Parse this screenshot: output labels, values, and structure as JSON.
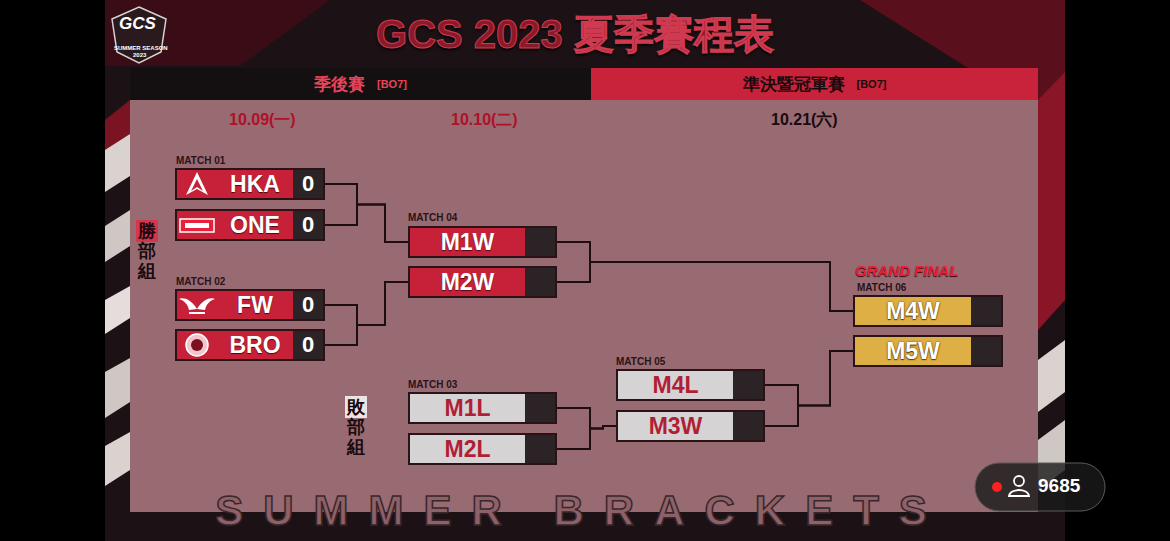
{
  "diagram": {
    "title": "GCS 2023 夏季賽程表",
    "nodes": [
      {
        "text": [
          "季後賽",
          "[BO7]"
        ]
      },
      {
        "text": [
          "準決暨冠軍賽",
          "[BO7]"
        ]
      },
      {
        "text": [
          "HKA",
          "0"
        ]
      },
      {
        "text": [
          "ONE",
          "0"
        ]
      },
      {
        "text": [
          "FW",
          "0"
        ]
      },
      {
        "text": [
          "BRO",
          "0"
        ]
      },
      {
        "text": [
          "M1W"
        ]
      },
      {
        "text": [
          "M2W"
        ]
      },
      {
        "text": [
          "M1L"
        ]
      },
      {
        "text": [
          "M2L"
        ]
      },
      {
        "text": [
          "M4L"
        ]
      },
      {
        "text": [
          "M3W"
        ]
      },
      {
        "text": [
          "M4W"
        ]
      },
      {
        "text": [
          "M5W"
        ]
      }
    ],
    "edges": [
      {
        "from": 2,
        "to": 6,
        "arrow": "none"
      },
      {
        "from": 3,
        "to": 6,
        "arrow": "none"
      },
      {
        "from": 4,
        "to": 7,
        "arrow": "none"
      },
      {
        "from": 5,
        "to": 7,
        "arrow": "none"
      },
      {
        "from": 6,
        "to": 12,
        "arrow": "none"
      },
      {
        "from": 7,
        "to": 12,
        "arrow": "none"
      },
      {
        "from": 8,
        "to": 11,
        "arrow": "none"
      },
      {
        "from": 9,
        "to": 11,
        "arrow": "none"
      },
      {
        "from": 10,
        "to": 13,
        "arrow": "none"
      },
      {
        "from": 11,
        "to": 13,
        "arrow": "none"
      }
    ],
    "labels": [
      "GCS",
      "SUMMER SEASON",
      "2023",
      "10.09(一)",
      "10.10(二)",
      "10.21(六)",
      "MATCH 01",
      "MATCH 02",
      "勝部組",
      "MATCH 04",
      "MATCH 03",
      "敗部組",
      "MATCH 05",
      "GRAND FINAL",
      "MATCH 06",
      "SUMMER BRACKETS",
      "9685"
    ]
  }
}
